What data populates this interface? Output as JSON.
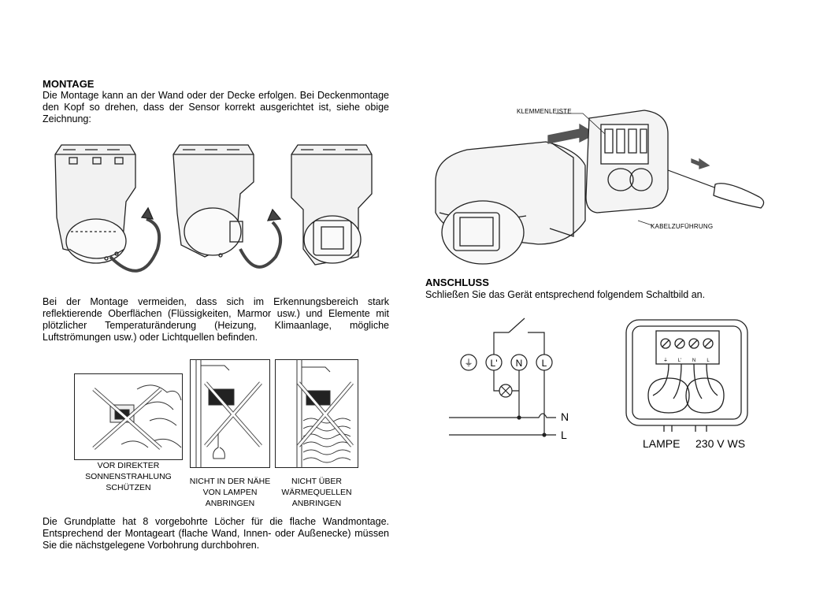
{
  "left_column": {
    "montage_heading": "MONTAGE",
    "montage_text": "Die Montage kann an der Wand oder der Decke erfolgen. Bei Deckenmontage den Kopf so drehen, dass der Sensor korrekt ausgerichtet ist, siehe obige Zeichnung:",
    "avoid_text": "Bei der Montage vermeiden, dass sich im Erkennungsbereich stark reflektierende Oberflächen (Flüssigkeiten, Marmor usw.) und Elemente mit plötzlicher Temperaturänderung (Heizung, Klimaanlage, mögliche Luftströmungen usw.) oder Lichtquellen befinden.",
    "captions": {
      "sun": "VOR DIREKTER SONNENSTRAHLUNG SCHÜTZEN",
      "lamps": "NICHT IN DER NÄHE VON LAMPEN ANBRINGEN",
      "heat": "NICHT ÜBER WÄRMEQUELLEN ANBRINGEN"
    },
    "baseplate_text": "Die Grundplatte hat 8 vorgebohrte Löcher für die flache Wandmontage. Entsprechend der Montageart (flache Wand, Innen- oder Außenecke) müssen Sie die nächstgelegene Vorbohrung durchbohren."
  },
  "right_column": {
    "terminal_label": "KLEMMENLEISTE",
    "cable_label": "KABELZUFÜHRUNG",
    "anschluss_heading": "ANSCHLUSS",
    "anschluss_text": "Schließen Sie das Gerät entsprechend folgendem Schaltbild an.",
    "schematic": {
      "ground_symbol": "⏚",
      "l_prime": "L'",
      "n": "N",
      "l": "L",
      "line_n": "N",
      "line_l": "L"
    },
    "terminal_block": {
      "terminal_labels": [
        "⏚",
        "L'",
        "N",
        "L"
      ],
      "lampe": "LAMPE",
      "supply": "230 V WS"
    }
  }
}
